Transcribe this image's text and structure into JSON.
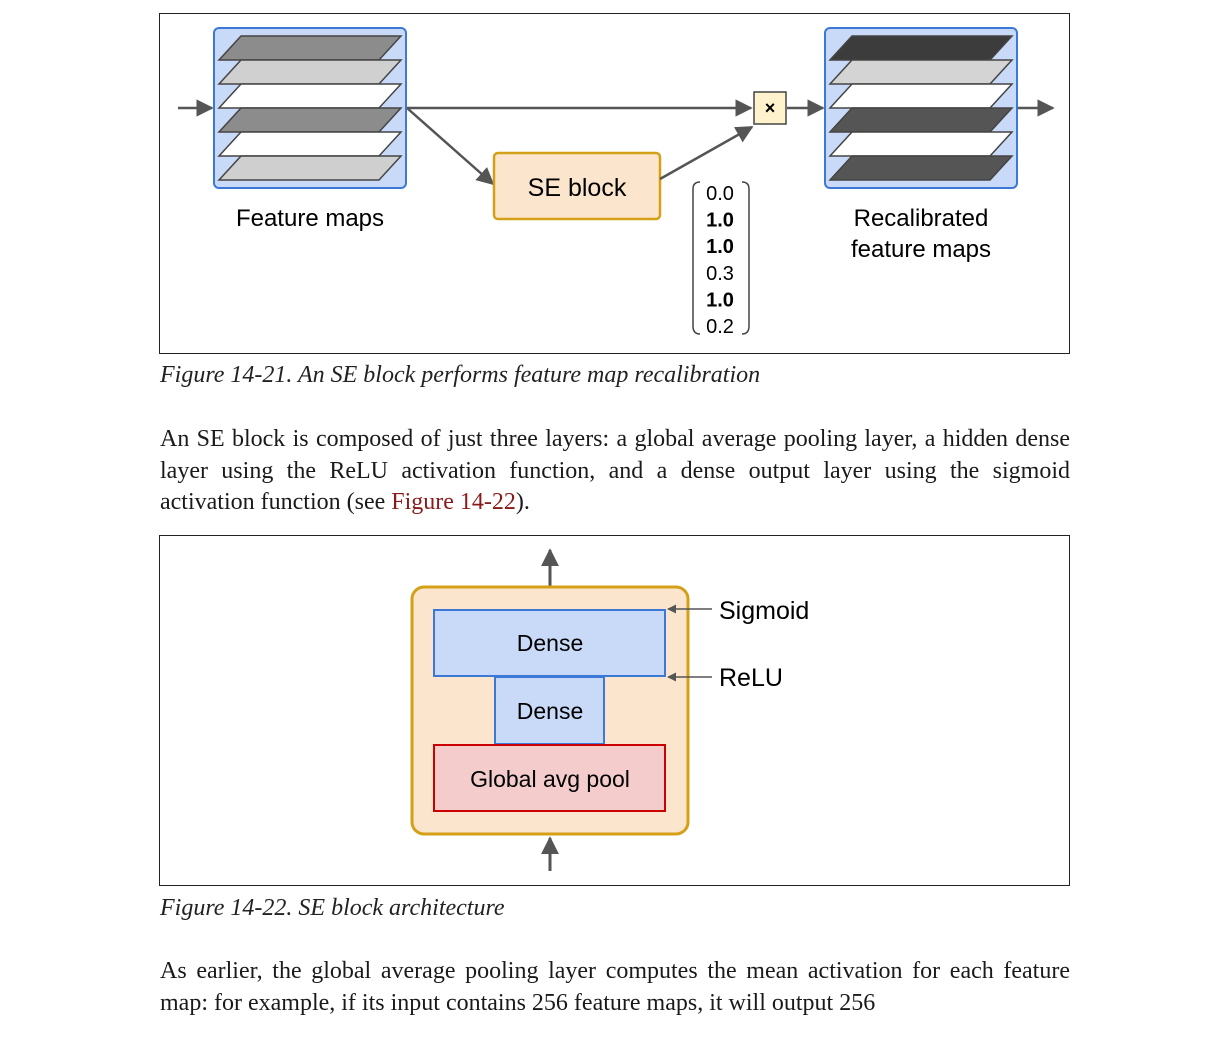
{
  "figure1": {
    "feature_maps_label": "Feature maps",
    "se_block_label": "SE block",
    "multiply_symbol": "×",
    "recalibrated_line1": "Recalibrated",
    "recalibrated_line2": "feature maps",
    "weights": [
      {
        "value": "0.0",
        "bold": false
      },
      {
        "value": "1.0",
        "bold": true
      },
      {
        "value": "1.0",
        "bold": true
      },
      {
        "value": "0.3",
        "bold": false
      },
      {
        "value": "1.0",
        "bold": true
      },
      {
        "value": "0.2",
        "bold": false
      }
    ],
    "input_map_colors": [
      "#8c8c8c",
      "#d0d0d0",
      "#ffffff",
      "#8c8c8c",
      "#ffffff",
      "#cfcfcf"
    ],
    "output_map_colors": [
      "#3c3c3c",
      "#d4d4d4",
      "#ffffff",
      "#555555",
      "#ffffff",
      "#555555"
    ]
  },
  "caption1": "Figure 14-21. An SE block performs feature map recalibration",
  "paragraph1": {
    "text_before": "An SE block is composed of just three layers: a global average pooling layer, a hidden dense layer using the ReLU activation function, and a dense output layer using the sigmoid activation function (see ",
    "link": "Figure 14-22",
    "text_after": ")."
  },
  "figure2": {
    "dense_top_label": "Dense",
    "dense_middle_label": "Dense",
    "pool_label": "Global avg pool",
    "sigmoid_label": "Sigmoid",
    "relu_label": "ReLU"
  },
  "caption2": "Figure 14-22. SE block architecture",
  "paragraph2": "As earlier, the global average pooling layer computes the mean activation for each fea­ture map: for example, if its input contains 256 feature maps, it will output 256",
  "colors": {
    "panel_blue_bg": "#c9daf8",
    "panel_blue_border": "#3c78d8",
    "se_fill": "#fce5cd",
    "se_border": "#d4a017",
    "multiply_fill": "#fff2cc",
    "pool_fill": "#f4cccc",
    "pool_border": "#cc0000",
    "arrow": "#555555",
    "link": "#8b1a1a"
  }
}
